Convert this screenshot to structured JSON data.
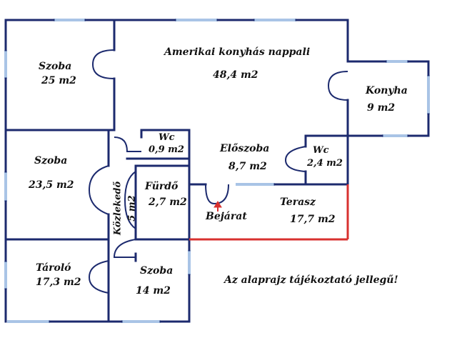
{
  "colors": {
    "wall": "#1c2a6e",
    "window": "#a9c4e6",
    "terrace_edge": "#d8312f",
    "entrance_arrow": "#d8312f",
    "background": "#ffffff"
  },
  "rooms": {
    "nappali": {
      "name": "Amerikai konyhás nappali",
      "area": "48,4 m2"
    },
    "szoba1": {
      "name": "Szoba",
      "area": "25 m2"
    },
    "konyha": {
      "name": "Konyha",
      "area": "9 m2"
    },
    "szoba2": {
      "name": "Szoba",
      "area": "23,5 m2"
    },
    "wc1": {
      "name": "Wc",
      "area": "0,9 m2"
    },
    "eloszoba": {
      "name": "Előszoba",
      "area": "8,7 m2"
    },
    "wc2": {
      "name": "Wc",
      "area": "2,4 m2"
    },
    "kozlekedo": {
      "name": "Közlekedő",
      "area": "5 m2"
    },
    "furdo": {
      "name": "Fürdő",
      "area": "2,7 m2"
    },
    "terasz": {
      "name": "Terasz",
      "area": "17,7 m2"
    },
    "tarolo": {
      "name": "Tároló",
      "area": "17,3 m2"
    },
    "szoba3": {
      "name": "Szoba",
      "area": "14 m2"
    }
  },
  "entrance_label": "Bejárat",
  "disclaimer": "Az alaprajz tájékoztató jellegű!",
  "icons": {
    "entrance": "up-arrow-icon",
    "doors": "door-swing-icon"
  }
}
